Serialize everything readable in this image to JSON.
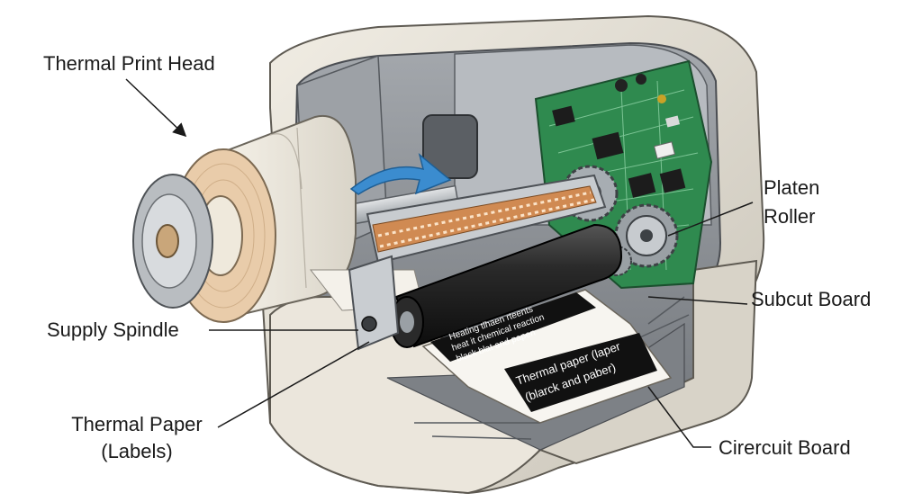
{
  "labels": {
    "print_head": "Thermal Print Head",
    "platen_1": "Platen",
    "platen_2": "Roller",
    "subcut": "Subcut Board",
    "spindle": "Supply Spindle",
    "paper_1": "Thermal Paper",
    "paper_2": "(Labels)",
    "circuit": "Cirercuit Board"
  },
  "paper_print": {
    "upper_line_1": "Heating tlhaen rteents",
    "upper_line_2": "heat it chemical reaction",
    "upper_line_3": "black blat and papen",
    "lower_line_1": "Thermal paper (laper",
    "lower_line_2": "(blarck and paber)"
  },
  "colors": {
    "housing": "#e6e1d6",
    "housing_dark": "#b9b4a8",
    "interior": "#8d9196",
    "pcb": "#2f8a4f",
    "print_head": "#d08a52",
    "roller": "#1f1f1f",
    "arrow": "#3b8ccf",
    "label_roll": "#e9ccaa",
    "text": "#1a1a1a"
  }
}
